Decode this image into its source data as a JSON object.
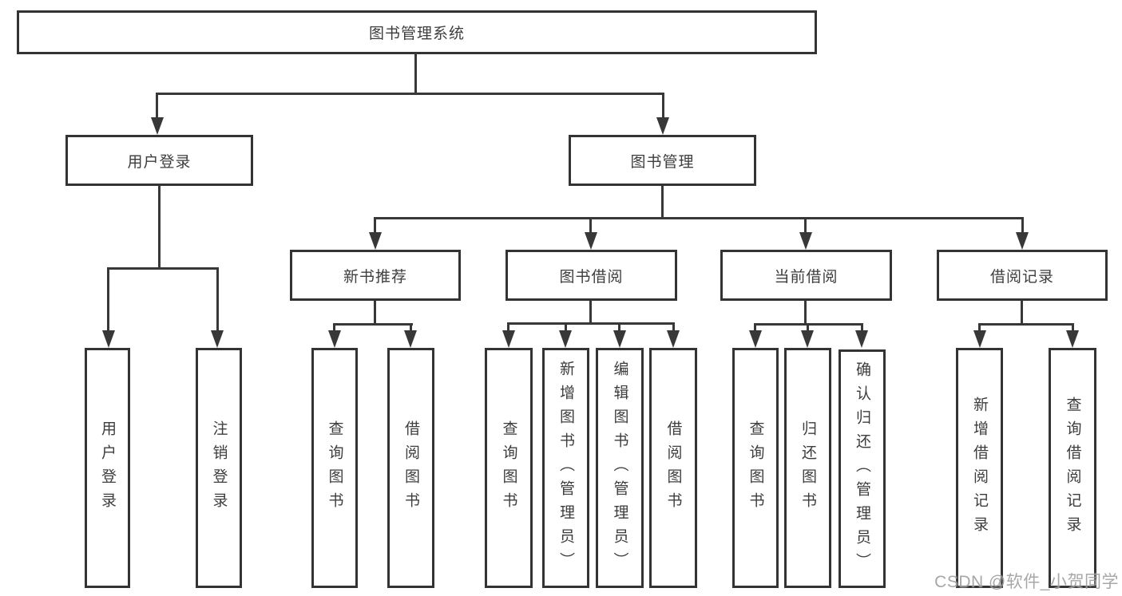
{
  "diagram": {
    "title": "图书管理系统",
    "root": {
      "label": "图书管理系统"
    },
    "level2": [
      {
        "label": "用户登录"
      },
      {
        "label": "图书管理"
      }
    ],
    "level3": [
      {
        "label": "新书推荐"
      },
      {
        "label": "图书借阅"
      },
      {
        "label": "当前借阅"
      },
      {
        "label": "借阅记录"
      }
    ],
    "leaves": {
      "user_login": [
        {
          "label": "用户登录"
        },
        {
          "label": "注销登录"
        }
      ],
      "new_book": [
        {
          "label": "查询图书"
        },
        {
          "label": "借阅图书"
        }
      ],
      "book_borrow": [
        {
          "label": "查询图书"
        },
        {
          "label": "新增图书（管理员）"
        },
        {
          "label": "编辑图书（管理员）"
        },
        {
          "label": "借阅图书"
        }
      ],
      "current_borrow": [
        {
          "label": "查询图书"
        },
        {
          "label": "归还图书"
        },
        {
          "label": "确认归还（管理员）"
        }
      ],
      "borrow_record": [
        {
          "label": "新增借阅记录"
        },
        {
          "label": "查询借阅记录"
        }
      ]
    }
  },
  "watermark": {
    "text": "CSDN @软件_小贺同学"
  },
  "colors": {
    "line": "#383838",
    "border": "#333333",
    "text": "#3d3d3d",
    "background": "#ffffff",
    "watermark": "#9c9c9c"
  }
}
